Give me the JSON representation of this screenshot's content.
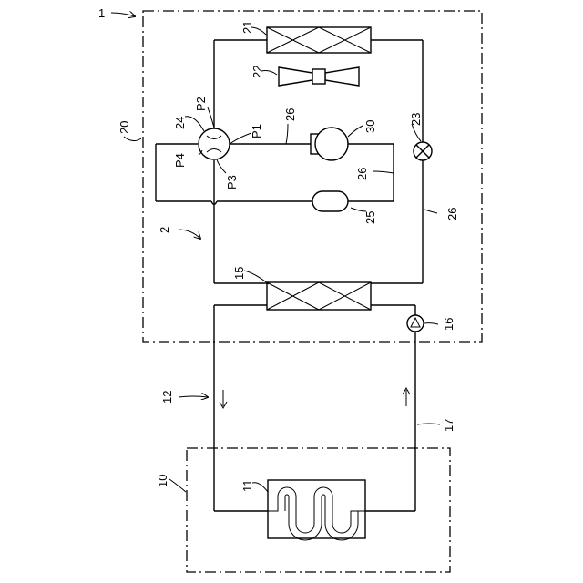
{
  "labels": {
    "system": "1",
    "unit_20": "20",
    "fan_21": "21",
    "fan_22": "22",
    "valve_24": "24",
    "p2": "P2",
    "p1": "P1",
    "p4": "P4",
    "p3": "P3",
    "pipe_26a": "26",
    "pipe_26b": "26",
    "pipe_26c": "26",
    "comp_30": "30",
    "valve_23": "23",
    "acc_25": "25",
    "circuit_2": "2",
    "hx_15": "15",
    "pump_16": "16",
    "circuit_12": "12",
    "pipe_17": "17",
    "unit_10": "10",
    "hx_11": "11"
  }
}
